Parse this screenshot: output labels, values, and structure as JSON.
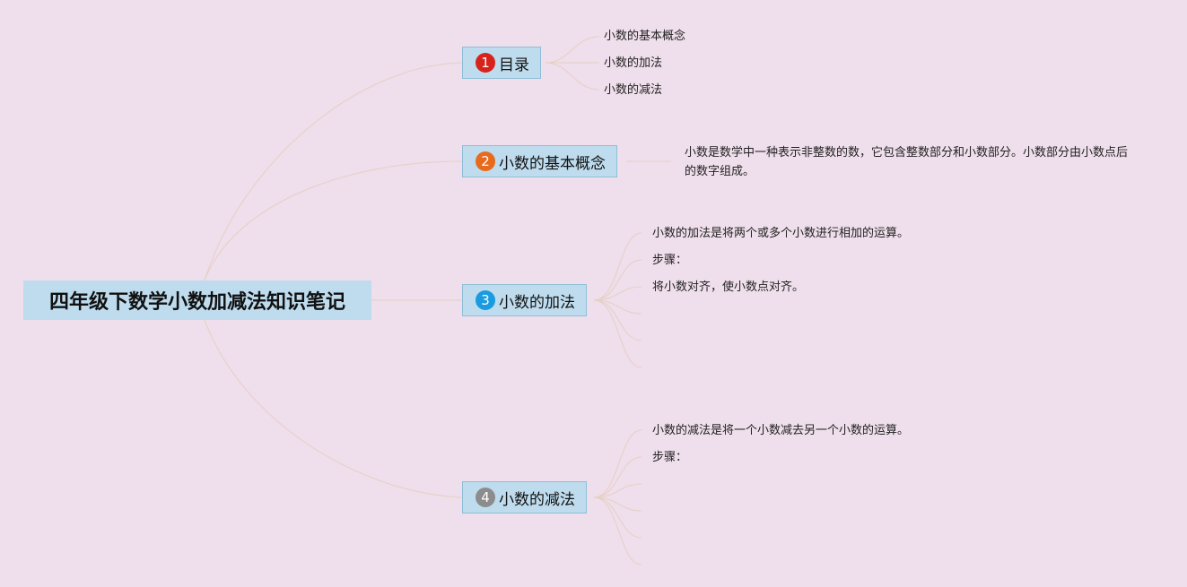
{
  "root": {
    "title": "四年级下数学小数加减法知识笔记"
  },
  "topics": [
    {
      "num": "1",
      "label": "目录",
      "color": "#d7231b"
    },
    {
      "num": "2",
      "label": "小数的基本概念",
      "color": "#e86a1c"
    },
    {
      "num": "3",
      "label": "小数的加法",
      "color": "#1a9be0"
    },
    {
      "num": "4",
      "label": "小数的减法",
      "color": "#8c8c8c"
    }
  ],
  "toc_items": [
    "小数的基本概念",
    "小数的加法",
    "小数的减法"
  ],
  "concept_text": "小数是数学中一种表示非整数的数，它包含整数部分和小数部分。小数部分由小数点后的数字组成。",
  "addition_items": [
    "小数的加法是将两个或多个小数进行相加的运算。",
    "步骤：",
    "将小数对齐，使小数点对齐。",
    "",
    "",
    ""
  ],
  "subtraction_items": [
    "小数的减法是将一个小数减去另一个小数的运算。",
    "步骤：",
    "",
    "",
    "",
    ""
  ]
}
